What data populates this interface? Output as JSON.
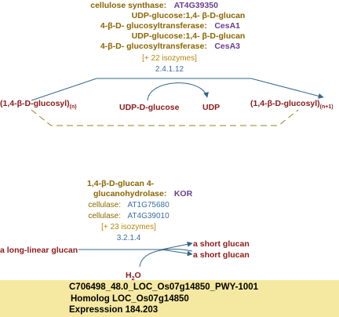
{
  "reaction1": {
    "enzyme_lines": [
      {
        "name": "cellulose synthase:",
        "gene": "AT4G39350"
      },
      {
        "name": "UDP-glucose:1,4- β-D-glucan",
        "gene": ""
      },
      {
        "name": "4-β-D- glucosyltransferase:",
        "gene": "CesA1"
      },
      {
        "name": "UDP-glucose:1,4- β-D-glucan",
        "gene": ""
      },
      {
        "name": "4-β-D- glucosyltransferase:",
        "gene": "CesA3"
      }
    ],
    "isozymes": "[+ 22 isozymes]",
    "ec": "2.4.1.12",
    "substrate_left": {
      "main": "(1,4-β-D-glucosyl)",
      "sub": "(n)"
    },
    "cosubstrate": "UDP-D-glucose",
    "coproduct": "UDP",
    "product_right": {
      "main": "(1,4-β-D-glucosyl)",
      "sub": "(n+1)"
    }
  },
  "reaction2": {
    "enzyme_line1": "1,4-β-D-glucan 4-",
    "enzyme_line2": "glucanohydrolase:",
    "enzyme_gene": "KOR",
    "cellulases": [
      {
        "label": "cellulase:",
        "gene": "AT1G75680"
      },
      {
        "label": "cellulase:",
        "gene": "AT4G39010"
      }
    ],
    "isozymes": "[+ 23 isozymes]",
    "ec": "3.2.1.4",
    "substrate": "a long-linear glucan",
    "product1": "a short glucan",
    "product2": "a short glucan",
    "water": {
      "main": "H",
      "sub": "2",
      "tail": "O"
    }
  },
  "footer": {
    "line1": "C706498_48.0_LOC_Os07g14850_PWY-1001",
    "line2": "Homolog LOC_Os07g14850",
    "line3": "Expresssion 184.203"
  },
  "colors": {
    "enzyme": "#8a6500",
    "gene": "#6a3d8f",
    "compound": "#8b1a1a",
    "ec": "#3a6ea5",
    "arrow": "#336688",
    "dashed": "#8a8a1a",
    "footer_bg": "#f5e9a2"
  }
}
